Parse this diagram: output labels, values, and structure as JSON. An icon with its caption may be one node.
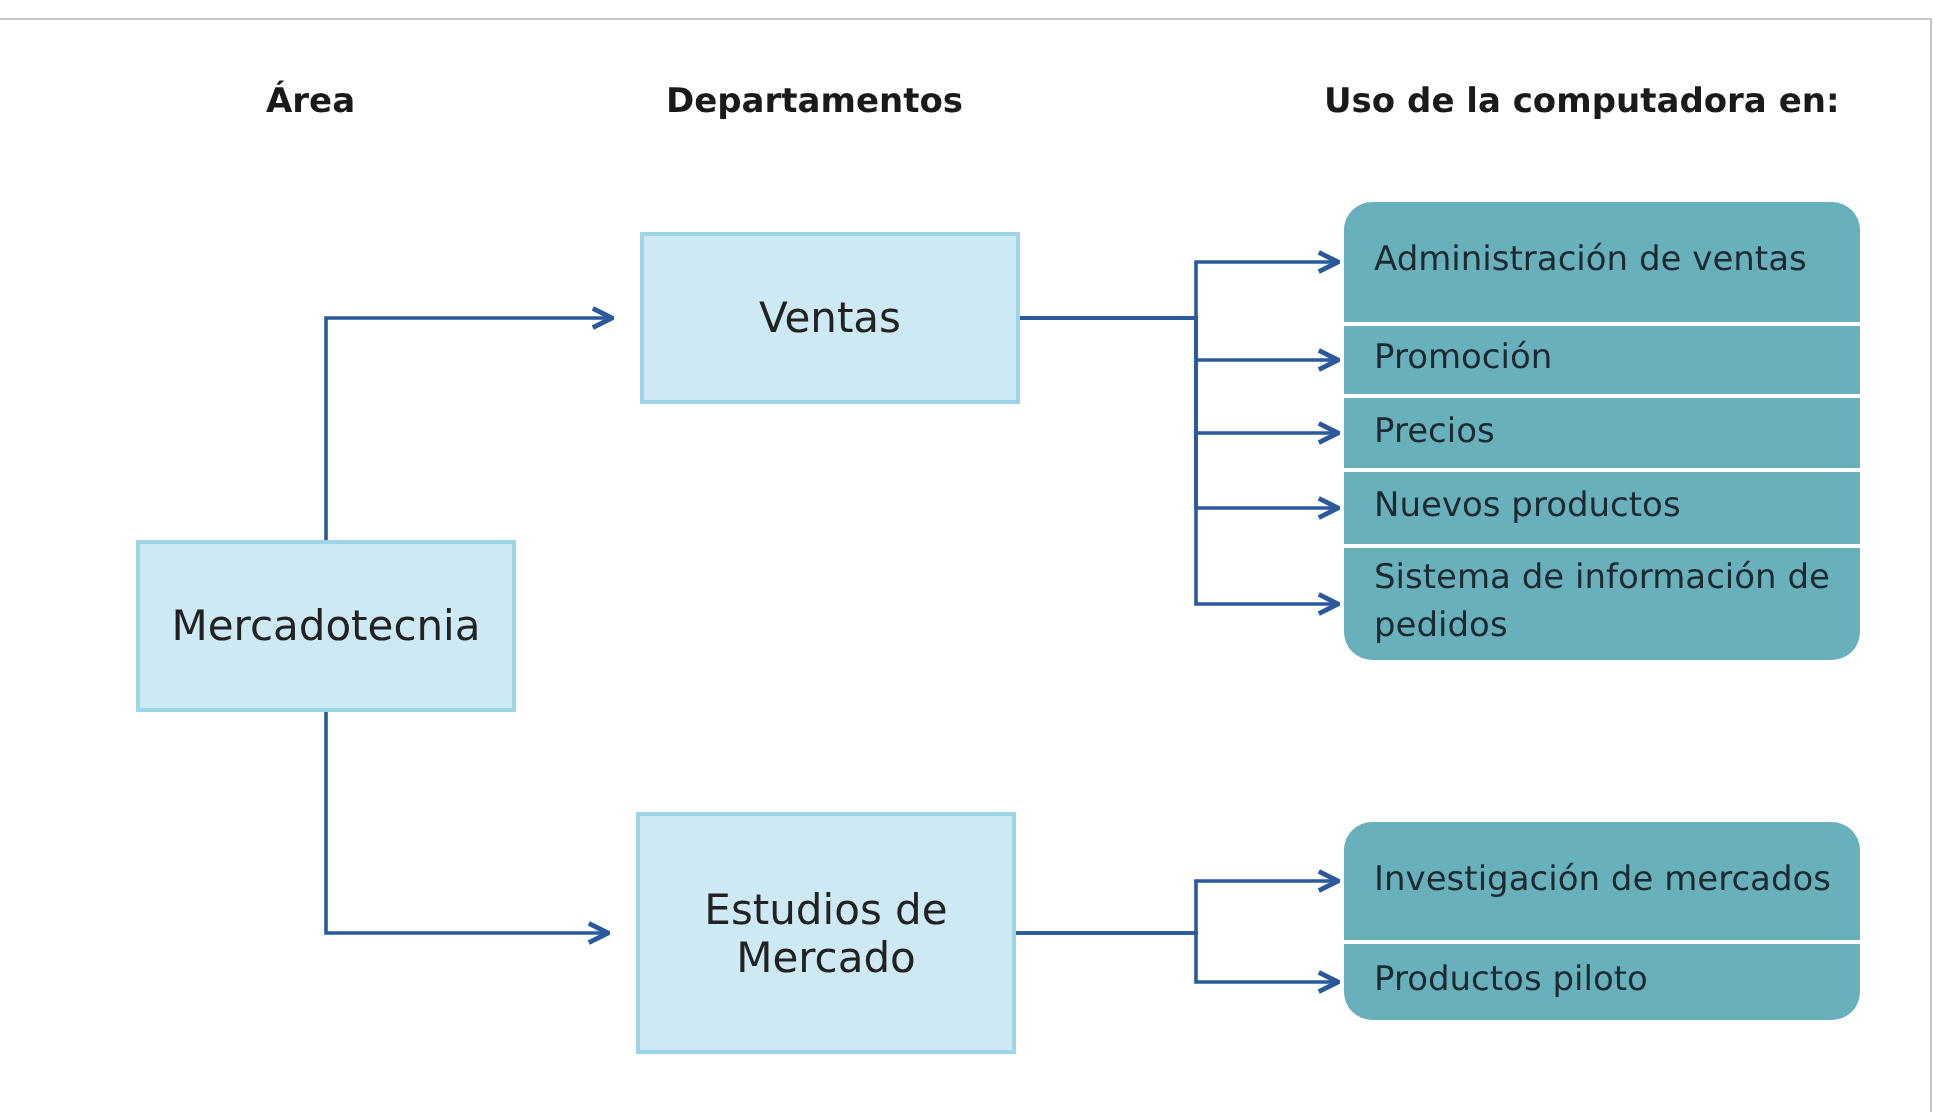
{
  "diagram": {
    "nodes": [
      {
        "text": [
          "Mercadotecnia"
        ]
      },
      {
        "text": [
          "Ventas"
        ]
      },
      {
        "text": [
          "Estudios de Mercado"
        ]
      },
      {
        "text": [
          "Administración de ventas"
        ]
      },
      {
        "text": [
          "Promoción"
        ]
      },
      {
        "text": [
          "Precios"
        ]
      },
      {
        "text": [
          "Nuevos productos"
        ]
      },
      {
        "text": [
          "Sistema de información de pedidos"
        ]
      },
      {
        "text": [
          "Investigación de mercados"
        ]
      },
      {
        "text": [
          "Productos piloto"
        ]
      }
    ],
    "edges": [
      {
        "from": 0,
        "to": 1,
        "arrow": "to"
      },
      {
        "from": 0,
        "to": 2,
        "arrow": "to"
      },
      {
        "from": 1,
        "to": 3,
        "arrow": "to"
      },
      {
        "from": 1,
        "to": 4,
        "arrow": "to"
      },
      {
        "from": 1,
        "to": 5,
        "arrow": "to"
      },
      {
        "from": 1,
        "to": 6,
        "arrow": "to"
      },
      {
        "from": 1,
        "to": 7,
        "arrow": "to"
      },
      {
        "from": 2,
        "to": 8,
        "arrow": "to"
      },
      {
        "from": 2,
        "to": 9,
        "arrow": "to"
      }
    ],
    "labels": [
      "Área",
      "Departamentos",
      "Uso de la computadora en:"
    ]
  }
}
